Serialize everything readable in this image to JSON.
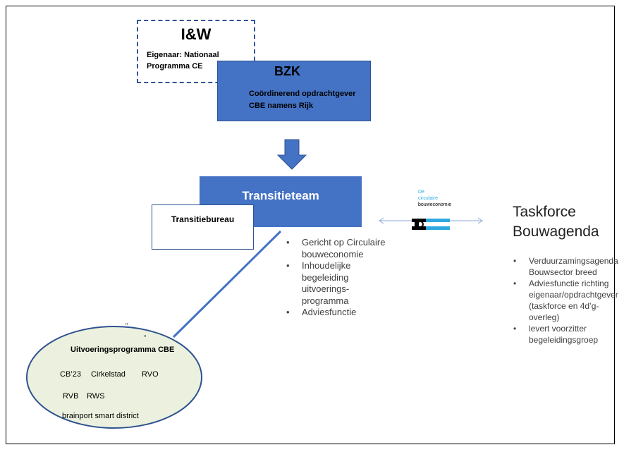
{
  "iw": {
    "title": "I&W",
    "subtitle_line1": "Eigenaar: Nationaal",
    "subtitle_line2": "Programma CE"
  },
  "bzk": {
    "title": "BZK",
    "subtitle_line1": "Coördinerend opdrachtgever",
    "subtitle_line2": "CBE namens Rijk"
  },
  "transitieteam": {
    "title": "Transitieteam",
    "bullets": [
      "Gericht op Circulaire bouweconomie",
      "Inhoudelijke begeleiding uitvoerings-programma",
      "Adviesfunctie"
    ]
  },
  "transitiebureau": {
    "title": "Transitiebureau"
  },
  "logo": {
    "line1": "De",
    "line2": "circulaire",
    "line3": "bouweconomie"
  },
  "taskforce": {
    "title_line1": "Taskforce",
    "title_line2": "Bouwagenda",
    "bullets": [
      "Verduurzamingsagenda Bouwsector breed",
      "Adviesfunctie richting eigenaar/opdrachtgever (taskforce en 4d’g-overleg)",
      "levert voorzitter begeleidingsgroep"
    ]
  },
  "uitvoering": {
    "title": "Uitvoeringsprogramma CBE",
    "row1": [
      "CB’23",
      "Cirkelstad",
      "RVO"
    ],
    "row2": [
      "RVB",
      "RWS"
    ],
    "row3": "brainport smart district",
    "quote_marks": [
      "\"",
      "\""
    ]
  },
  "colors": {
    "box_blue": "#4472c4",
    "box_border": "#2f528f",
    "dashed_border": "#2f5597",
    "ellipse_fill": "#ebf1de",
    "logo_blue": "#2ea8e0"
  }
}
